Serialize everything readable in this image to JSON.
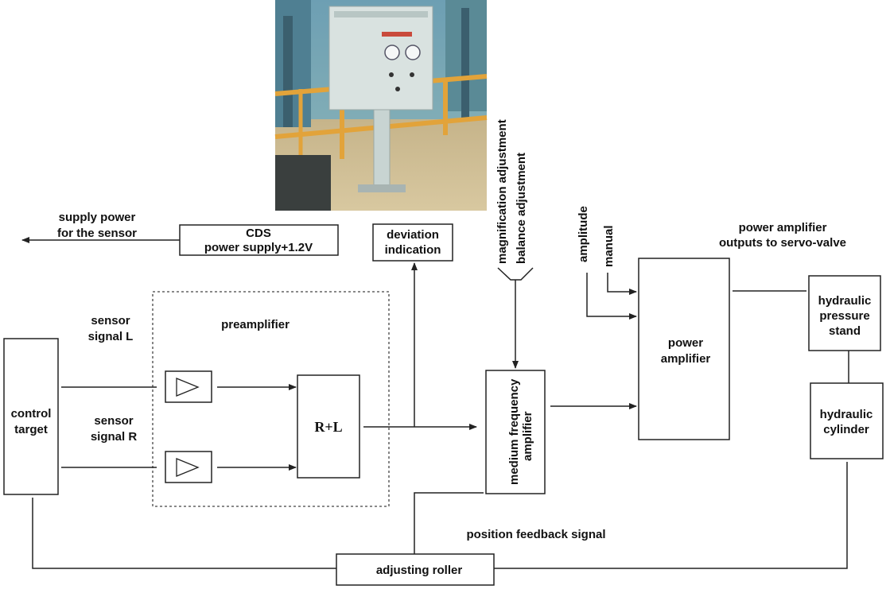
{
  "labels": {
    "supply_power_1": "supply power",
    "supply_power_2": "for the sensor",
    "cds_1": "CDS",
    "cds_2": "power supply+1.2V",
    "deviation_1": "deviation",
    "deviation_2": "indication",
    "magnification": "magnification adjustment",
    "balance": "balance adjustment",
    "amplitude": "amplitude",
    "manual": "manual",
    "pa_outputs_1": "power amplifier",
    "pa_outputs_2": "outputs to servo-valve",
    "sensor_l_1": "sensor",
    "sensor_l_2": "signal L",
    "sensor_r_1": "sensor",
    "sensor_r_2": "signal R",
    "preamplifier": "preamplifier",
    "control_1": "control",
    "control_2": "target",
    "rl": "R+L",
    "mfa_1": "medium frequency",
    "mfa_2": "amplifier",
    "power_amp_1": "power",
    "power_amp_2": "amplifier",
    "hps_1": "hydraulic",
    "hps_2": "pressure",
    "hps_3": "stand",
    "hc_1": "hydraulic",
    "hc_2": "cylinder",
    "position_feedback": "position feedback signal",
    "adjusting_roller": "adjusting roller"
  },
  "colors": {
    "line": "#222222",
    "text": "#111111"
  }
}
